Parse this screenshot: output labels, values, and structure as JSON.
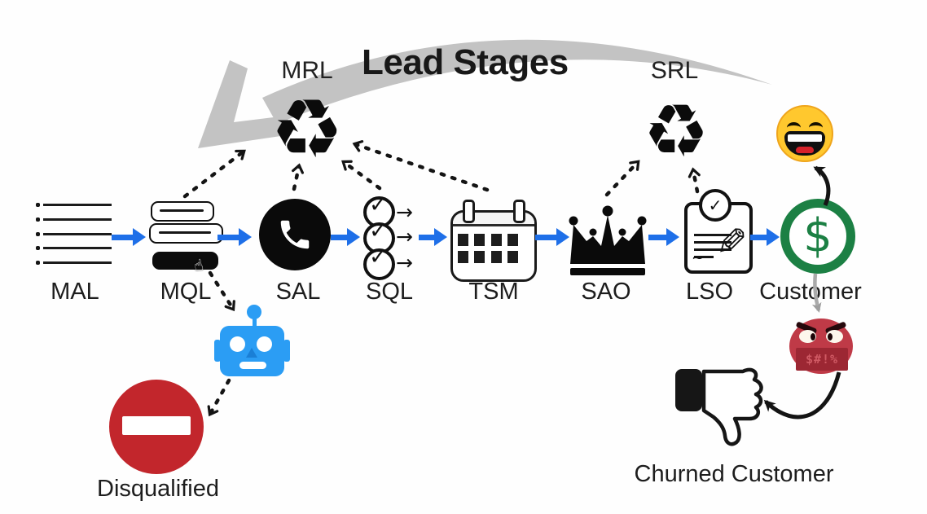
{
  "title": "Lead Stages",
  "stages": [
    {
      "id": "mal",
      "label": "MAL",
      "icon": "lead-list-icon"
    },
    {
      "id": "mql",
      "label": "MQL",
      "icon": "form-fields-icon"
    },
    {
      "id": "sal",
      "label": "SAL",
      "icon": "phone-icon"
    },
    {
      "id": "sql",
      "label": "SQL",
      "icon": "qualify-checklist-icon"
    },
    {
      "id": "tsm",
      "label": "TSM",
      "icon": "calendar-icon"
    },
    {
      "id": "sao",
      "label": "SAO",
      "icon": "crown-icon"
    },
    {
      "id": "lso",
      "label": "LSO",
      "icon": "signed-contract-icon"
    },
    {
      "id": "customer",
      "label": "Customer",
      "icon": "dollar-badge-icon"
    }
  ],
  "recycle_stages": [
    {
      "id": "mrl",
      "label": "MRL"
    },
    {
      "id": "srl",
      "label": "SRL"
    }
  ],
  "outcomes": {
    "disqualified_label": "Disqualified",
    "churned_label": "Churned Customer"
  },
  "emoji": {
    "angry_mouth_text": "$#!%"
  },
  "icons": {
    "recycle": "♻",
    "check": "✓",
    "flow_arrow": "→",
    "dollar": "$",
    "pencil": "✎",
    "cursor": "☝",
    "squiggle": "~"
  },
  "colors": {
    "flow_arrow_blue": "#1e6fe8",
    "customer_green": "#1c8044",
    "disqualified_red": "#c2262c",
    "robot_blue": "#2b9df4",
    "happy_yellow": "#ffc82e",
    "angry_red": "#bf3a47",
    "swoosh_gray": "#c3c3c3"
  }
}
